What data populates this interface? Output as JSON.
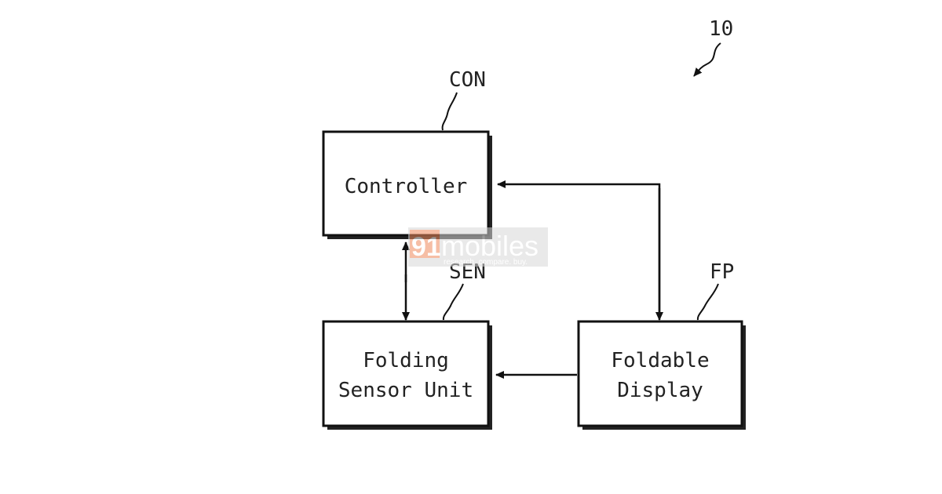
{
  "figure": {
    "ref_number": "10",
    "blocks": {
      "controller": {
        "ref": "CON",
        "lines": [
          "Controller"
        ]
      },
      "sensor": {
        "ref": "SEN",
        "lines": [
          "Folding",
          "Sensor Unit"
        ]
      },
      "display": {
        "ref": "FP",
        "lines": [
          "Foldable",
          "Display"
        ]
      }
    }
  },
  "watermark": {
    "brand_num": "91",
    "brand": "mobiles",
    "tagline": "research. compare. buy."
  },
  "colors": {
    "ink": "#111111",
    "watermark_accent": "#f08a5d"
  }
}
